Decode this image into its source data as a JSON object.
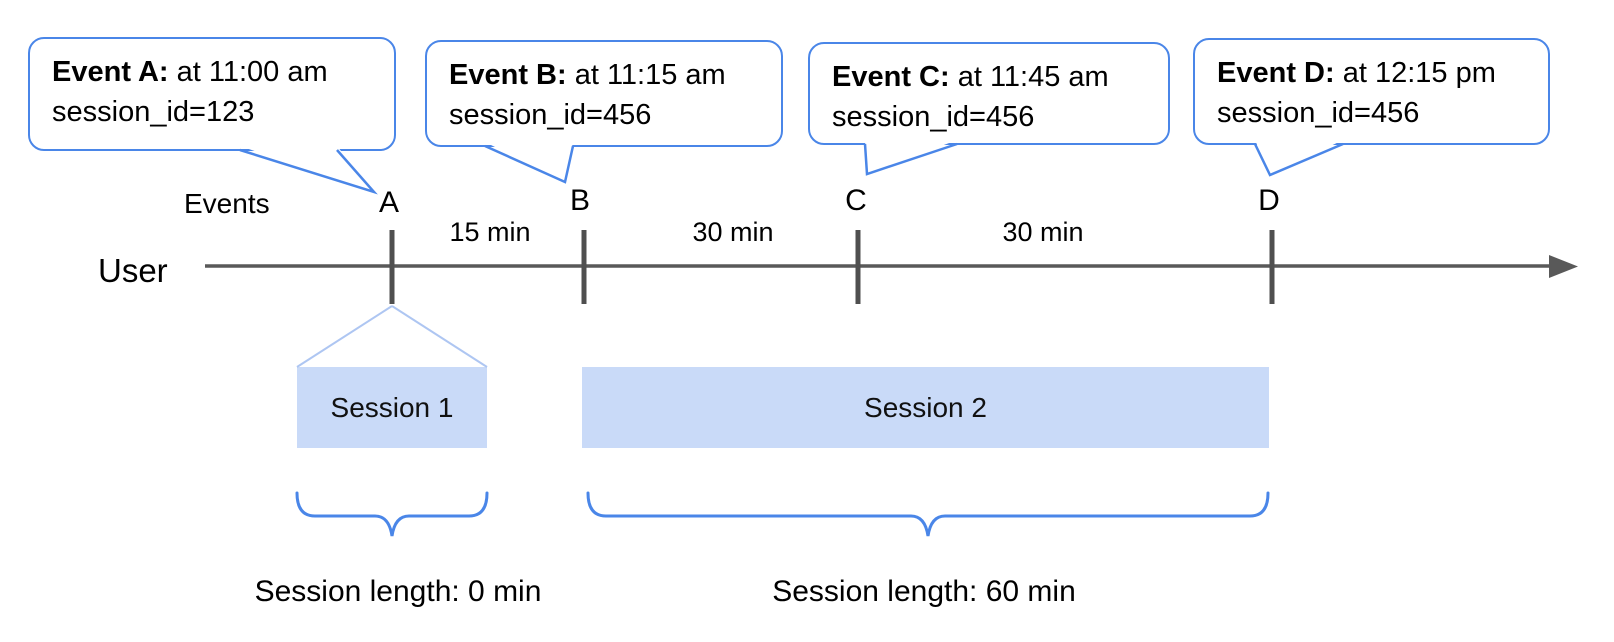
{
  "diagram": {
    "events_label": "Events",
    "user_label": "User",
    "callouts": [
      {
        "event": "Event A:",
        "time": "at 11:00 am",
        "session": "session_id=123"
      },
      {
        "event": "Event B:",
        "time": "at 11:15 am",
        "session": "session_id=456"
      },
      {
        "event": "Event C:",
        "time": "at 11:45 am",
        "session": "session_id=456"
      },
      {
        "event": "Event D:",
        "time": "at 12:15 pm",
        "session": "session_id=456"
      }
    ],
    "markers": [
      "A",
      "B",
      "C",
      "D"
    ],
    "intervals": [
      "15 min",
      "30 min",
      "30 min"
    ],
    "sessions": [
      {
        "label": "Session 1",
        "length_label": "Session length: 0 min"
      },
      {
        "label": "Session 2",
        "length_label": "Session length: 60 min"
      }
    ],
    "colors": {
      "accent_blue": "#4a86e8",
      "session_fill": "#c9daf8",
      "funnel_blue": "#aec6f2",
      "axis_gray": "#595959"
    }
  }
}
